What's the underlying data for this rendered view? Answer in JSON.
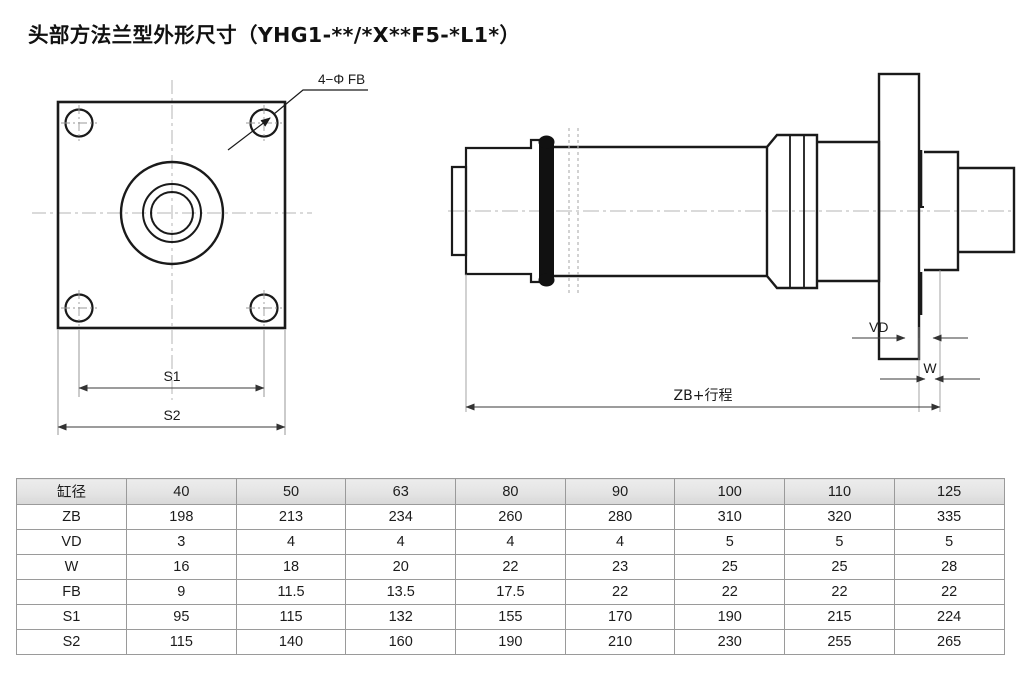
{
  "page": {
    "title": "头部方法兰型外形尺寸（YHG1-**/*X**F5-*L1*）"
  },
  "drawing": {
    "front_view": {
      "name": "square-flange-front-view",
      "callout_bolt_holes": "4−Φ FB",
      "dim_s1": "S1",
      "dim_s2": "S2"
    },
    "side_view": {
      "name": "cylinder-side-view",
      "dim_vd": "VD",
      "dim_w": "W",
      "dim_zb": "ZB+行程"
    }
  },
  "table": {
    "name": "dimension-spec-table",
    "header": [
      "缸径",
      "40",
      "50",
      "63",
      "80",
      "90",
      "100",
      "110",
      "125"
    ],
    "rows": [
      {
        "label": "ZB",
        "values": [
          "198",
          "213",
          "234",
          "260",
          "280",
          "310",
          "320",
          "335"
        ]
      },
      {
        "label": "VD",
        "values": [
          "3",
          "4",
          "4",
          "4",
          "4",
          "5",
          "5",
          "5"
        ]
      },
      {
        "label": "W",
        "values": [
          "16",
          "18",
          "20",
          "22",
          "23",
          "25",
          "25",
          "28"
        ]
      },
      {
        "label": "FB",
        "values": [
          "9",
          "11.5",
          "13.5",
          "17.5",
          "22",
          "22",
          "22",
          "22"
        ]
      },
      {
        "label": "S1",
        "values": [
          "95",
          "115",
          "132",
          "155",
          "170",
          "190",
          "215",
          "224"
        ]
      },
      {
        "label": "S2",
        "values": [
          "115",
          "140",
          "160",
          "190",
          "210",
          "230",
          "255",
          "265"
        ]
      }
    ]
  },
  "colors": {
    "line": "#1a1a1a",
    "centerline": "#b8b8b8",
    "dimension_line": "#555555",
    "table_border": "#9a9a9a",
    "header_bg": "#e4e4e4",
    "seal_fill": "#111111"
  }
}
